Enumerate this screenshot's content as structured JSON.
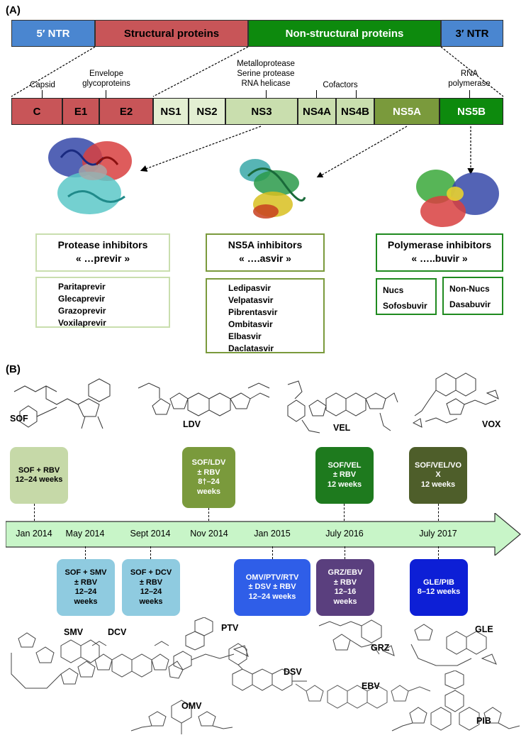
{
  "panel_a": {
    "label": "(A)",
    "genome": [
      "5′ NTR",
      "Structural proteins",
      "Non-structural proteins",
      "3′ NTR"
    ],
    "segments": [
      "C",
      "E1",
      "E2",
      "NS1",
      "NS2",
      "NS3",
      "NS4A",
      "NS4B",
      "NS5A",
      "NS5B"
    ],
    "annotations": {
      "capsid": "Capsid",
      "envelope": [
        "Envelope",
        "glycoproteins"
      ],
      "ns3": [
        "Metalloprotease",
        "Serine protease",
        "RNA helicase"
      ],
      "cofactors": "Cofactors",
      "polymerase": [
        "RNA",
        "polymerase"
      ]
    },
    "classes": [
      {
        "title": "Protease inhibitors",
        "suffix": "« …previr »",
        "drugs": [
          "Paritaprevir",
          "Glecaprevir",
          "Grazoprevir",
          "Voxilaprevir"
        ],
        "color": "#c9deae"
      },
      {
        "title": "NS5A inhibitors",
        "suffix": "« ….asvir »",
        "drugs": [
          "Ledipasvir",
          "Velpatasvir",
          "Pibrentasvir",
          "Ombitasvir",
          "Elbasvir",
          "Daclatasvir"
        ],
        "color": "#7a9a3c"
      },
      {
        "title": "Polymerase inhibitors",
        "suffix": "« …..buvir »",
        "sub": [
          {
            "name": "Nucs",
            "drug": "Sofosbuvir"
          },
          {
            "name": "Non-Nucs",
            "drug": "Dasabuvir"
          }
        ],
        "color": "#1f8a1f"
      }
    ]
  },
  "panel_b": {
    "label": "(B)",
    "top_boxes": [
      {
        "lines": [
          "SOF + RBV",
          "12–24 weeks"
        ],
        "bg": "#c6d9a8",
        "fg": "#000000"
      },
      {
        "lines": [
          "SOF/LDV",
          "± RBV",
          "8†–24",
          "weeks"
        ],
        "bg": "#7a9a3c",
        "fg": "#ffffff"
      },
      {
        "lines": [
          "SOF/VEL",
          "± RBV",
          "12 weeks"
        ],
        "bg": "#1e7a1e",
        "fg": "#ffffff"
      },
      {
        "lines": [
          "SOF/VEL/VO",
          "X",
          "12 weeks"
        ],
        "bg": "#4e5e2a",
        "fg": "#ffffff"
      }
    ],
    "bottom_boxes": [
      {
        "lines": [
          "SOF + SMV",
          "± RBV",
          "12–24",
          "weeks"
        ],
        "bg": "#8fcbe0",
        "fg": "#000000"
      },
      {
        "lines": [
          "SOF + DCV",
          "± RBV",
          "12–24",
          "weeks"
        ],
        "bg": "#8fcbe0",
        "fg": "#000000"
      },
      {
        "lines": [
          "OMV/PTV/RTV",
          "± DSV ± RBV",
          "12–24 weeks"
        ],
        "bg": "#2f5ee8",
        "fg": "#ffffff"
      },
      {
        "lines": [
          "GRZ/EBV",
          "± RBV",
          "12–16",
          "weeks"
        ],
        "bg": "#5a3f7e",
        "fg": "#ffffff"
      },
      {
        "lines": [
          "GLE/PIB",
          "8–12 weeks"
        ],
        "bg": "#0d1fd6",
        "fg": "#ffffff"
      }
    ],
    "dates": [
      "Jan 2014",
      "May 2014",
      "Sept 2014",
      "Nov 2014",
      "Jan 2015",
      "July 2016",
      "July 2017"
    ],
    "top_structures": [
      "SOF",
      "LDV",
      "VEL",
      "VOX"
    ],
    "bottom_structures": [
      "SMV",
      "DCV",
      "PTV",
      "OMV",
      "DSV",
      "GRZ",
      "EBV",
      "GLE",
      "PIB"
    ]
  }
}
